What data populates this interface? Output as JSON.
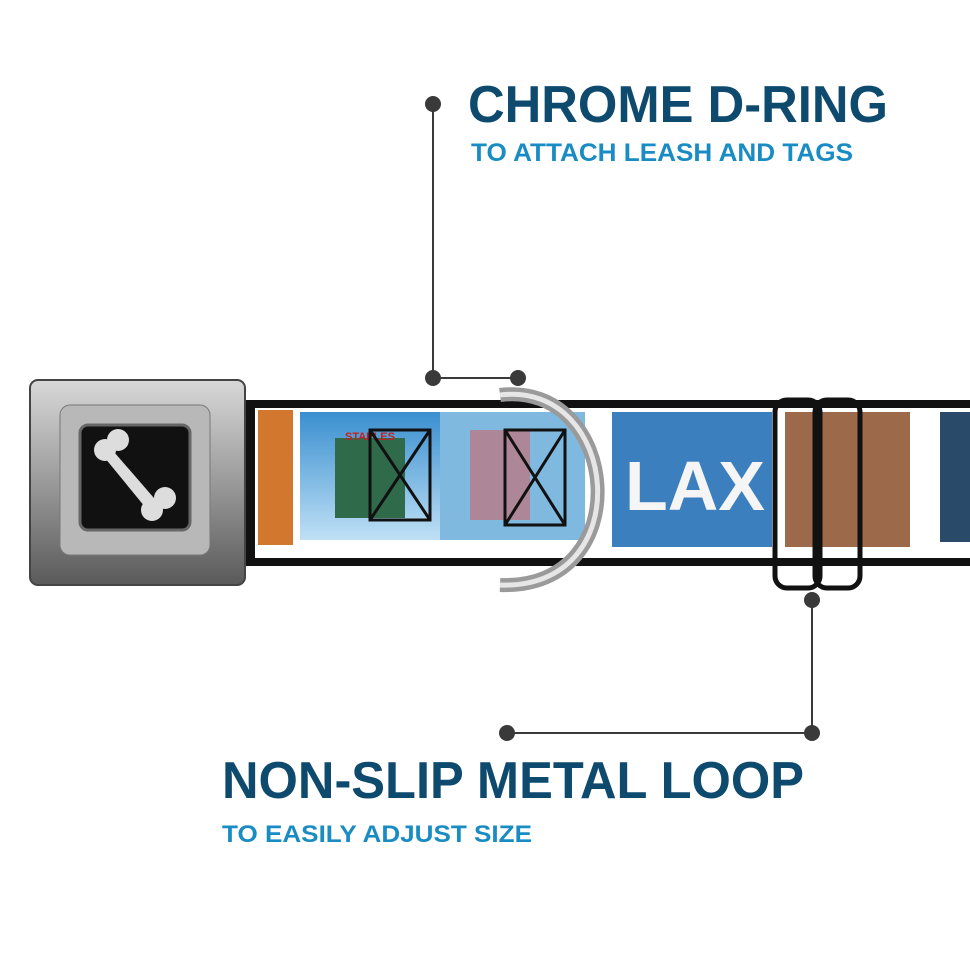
{
  "callouts": {
    "d_ring": {
      "title": "CHROME D-RING",
      "subtitle": "TO ATTACH LEASH AND TAGS"
    },
    "metal_loop": {
      "title": "NON-SLIP METAL LOOP",
      "subtitle": "TO EASILY ADJUST SIZE"
    }
  },
  "collar": {
    "print_text": "LAX",
    "sign_text": "STAPLES"
  },
  "colors": {
    "title": "#0d4a6e",
    "subtitle": "#1a8cc4",
    "leader": "#3a3a3a"
  }
}
